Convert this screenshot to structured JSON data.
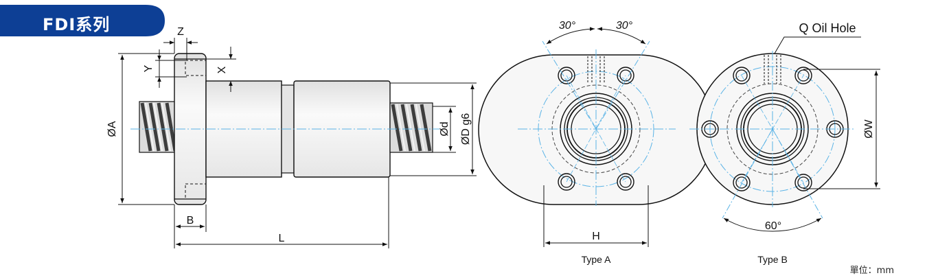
{
  "header": {
    "series_title": "FDI系列"
  },
  "side_view": {
    "labels": {
      "z": "Z",
      "y": "Y",
      "x": "X",
      "a": "ØA",
      "d": "Ød",
      "d_g6": "ØD g6",
      "b": "B",
      "l": "L"
    }
  },
  "type_a": {
    "caption": "Type A",
    "angle_left": "30°",
    "angle_right": "30°",
    "h_label": "H"
  },
  "type_b": {
    "caption": "Type B",
    "oil_hole": "Q Oil Hole",
    "w_label": "ØW",
    "angle": "60°"
  },
  "footer": {
    "unit": "單位：mm"
  },
  "colors": {
    "brand": "#0d3f95",
    "centerline": "#5ab3e6",
    "line": "#111111",
    "body": "#f2f2f2"
  }
}
